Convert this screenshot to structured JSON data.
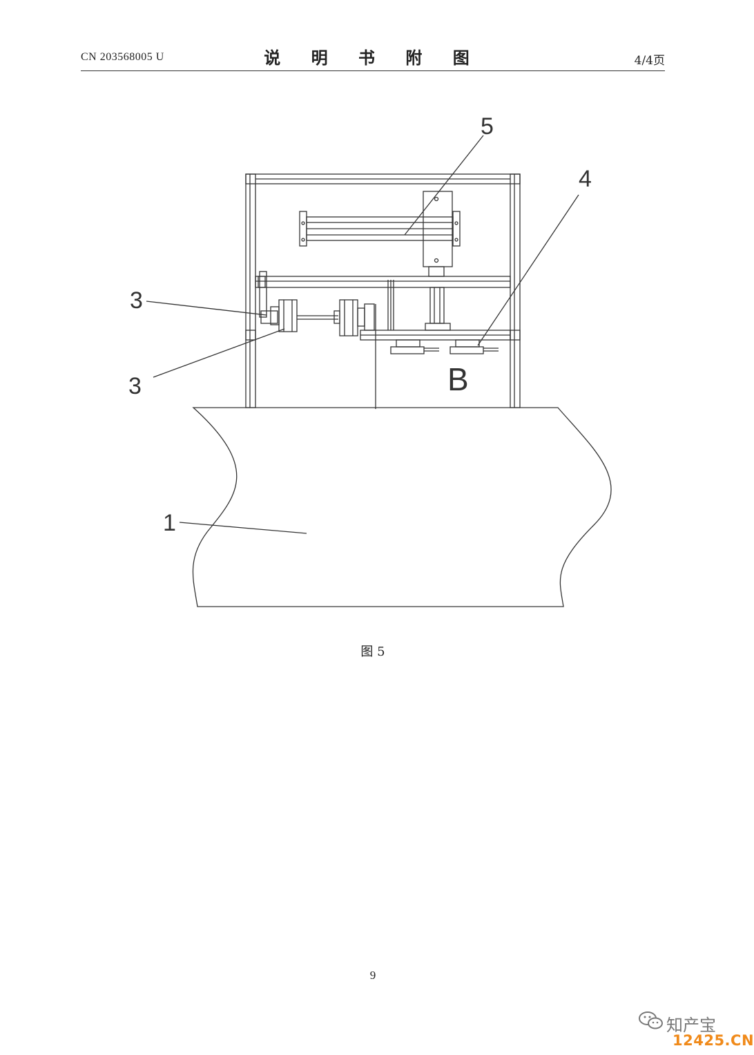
{
  "header": {
    "doc_number": "CN 203568005 U",
    "title": "说 明 书 附 图",
    "page_of": "4/4页"
  },
  "figure": {
    "caption": "图 5",
    "callouts": {
      "part_5": "5",
      "part_4": "4",
      "part_3_upper": "3",
      "part_3_lower": "3",
      "part_1": "1",
      "view_b": "B"
    }
  },
  "footer": {
    "page_number": "9"
  },
  "watermark": {
    "brand": "知产宝",
    "site": "12425.CN",
    "icon": "wechat-icon"
  }
}
